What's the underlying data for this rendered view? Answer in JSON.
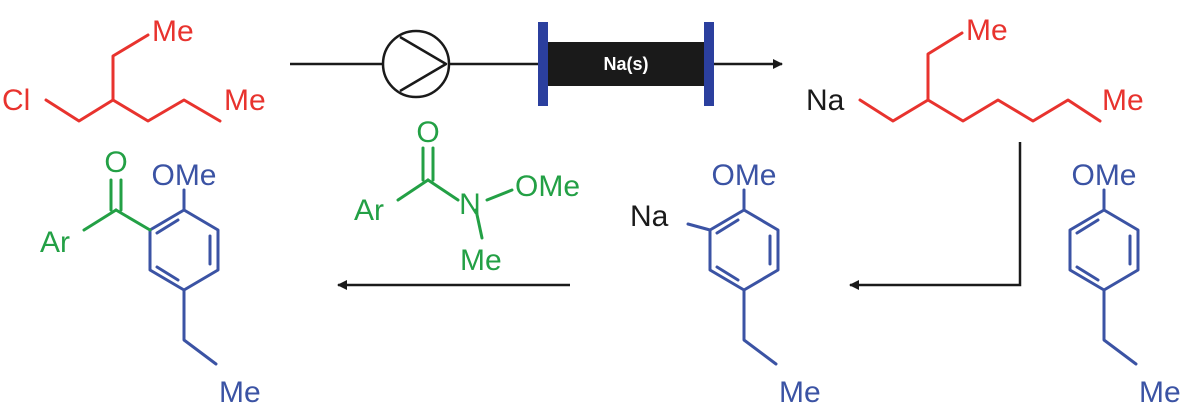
{
  "colors": {
    "reactant": "#e8332e",
    "organosodium": "#e8332e",
    "reagent": "#23a045",
    "arene": "#3b53a4",
    "black": "#1a1a1a",
    "column_end": "#2b3f9e"
  },
  "reactant": {
    "cl": "Cl",
    "me_top": "Me",
    "me_right": "Me"
  },
  "flow": {
    "pump_icon": "pump-icon",
    "column_label": "Na(s)"
  },
  "organosodium": {
    "na": "Na",
    "me_top": "Me",
    "me_right": "Me"
  },
  "anisole": {
    "ome": "OMe",
    "me": "Me"
  },
  "aryl_sodium": {
    "na": "Na",
    "ome": "OMe",
    "me": "Me"
  },
  "weinreb_amide": {
    "o": "O",
    "ar": "Ar",
    "n": "N",
    "ome": "OMe",
    "me": "Me"
  },
  "product": {
    "o": "O",
    "ar": "Ar",
    "ome": "OMe",
    "me": "Me"
  }
}
